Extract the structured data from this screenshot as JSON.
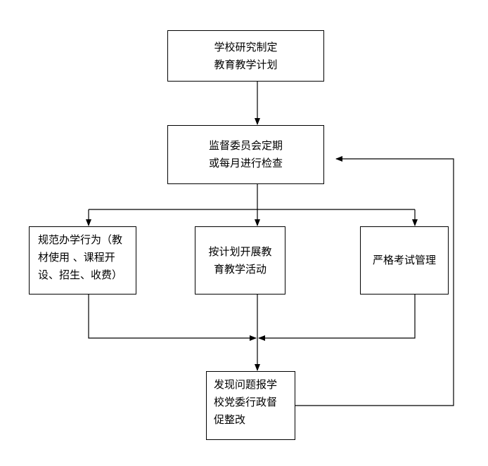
{
  "nodes": {
    "plan": {
      "lines": [
        "学校研究制定",
        "教育教学计划"
      ]
    },
    "inspect": {
      "lines": [
        "监督委员会定期",
        "或每月进行检查"
      ]
    },
    "regulate": {
      "lines": [
        "规范办学行为（教",
        "材使用 、课程开",
        "设、招生、收费）"
      ]
    },
    "teaching": {
      "lines": [
        "按计划开展教",
        "育教学活动"
      ]
    },
    "exam": {
      "lines": [
        "严格考试管理"
      ]
    },
    "report": {
      "lines": [
        "发现问题报学",
        "校党委行政督",
        "促整改"
      ]
    }
  }
}
